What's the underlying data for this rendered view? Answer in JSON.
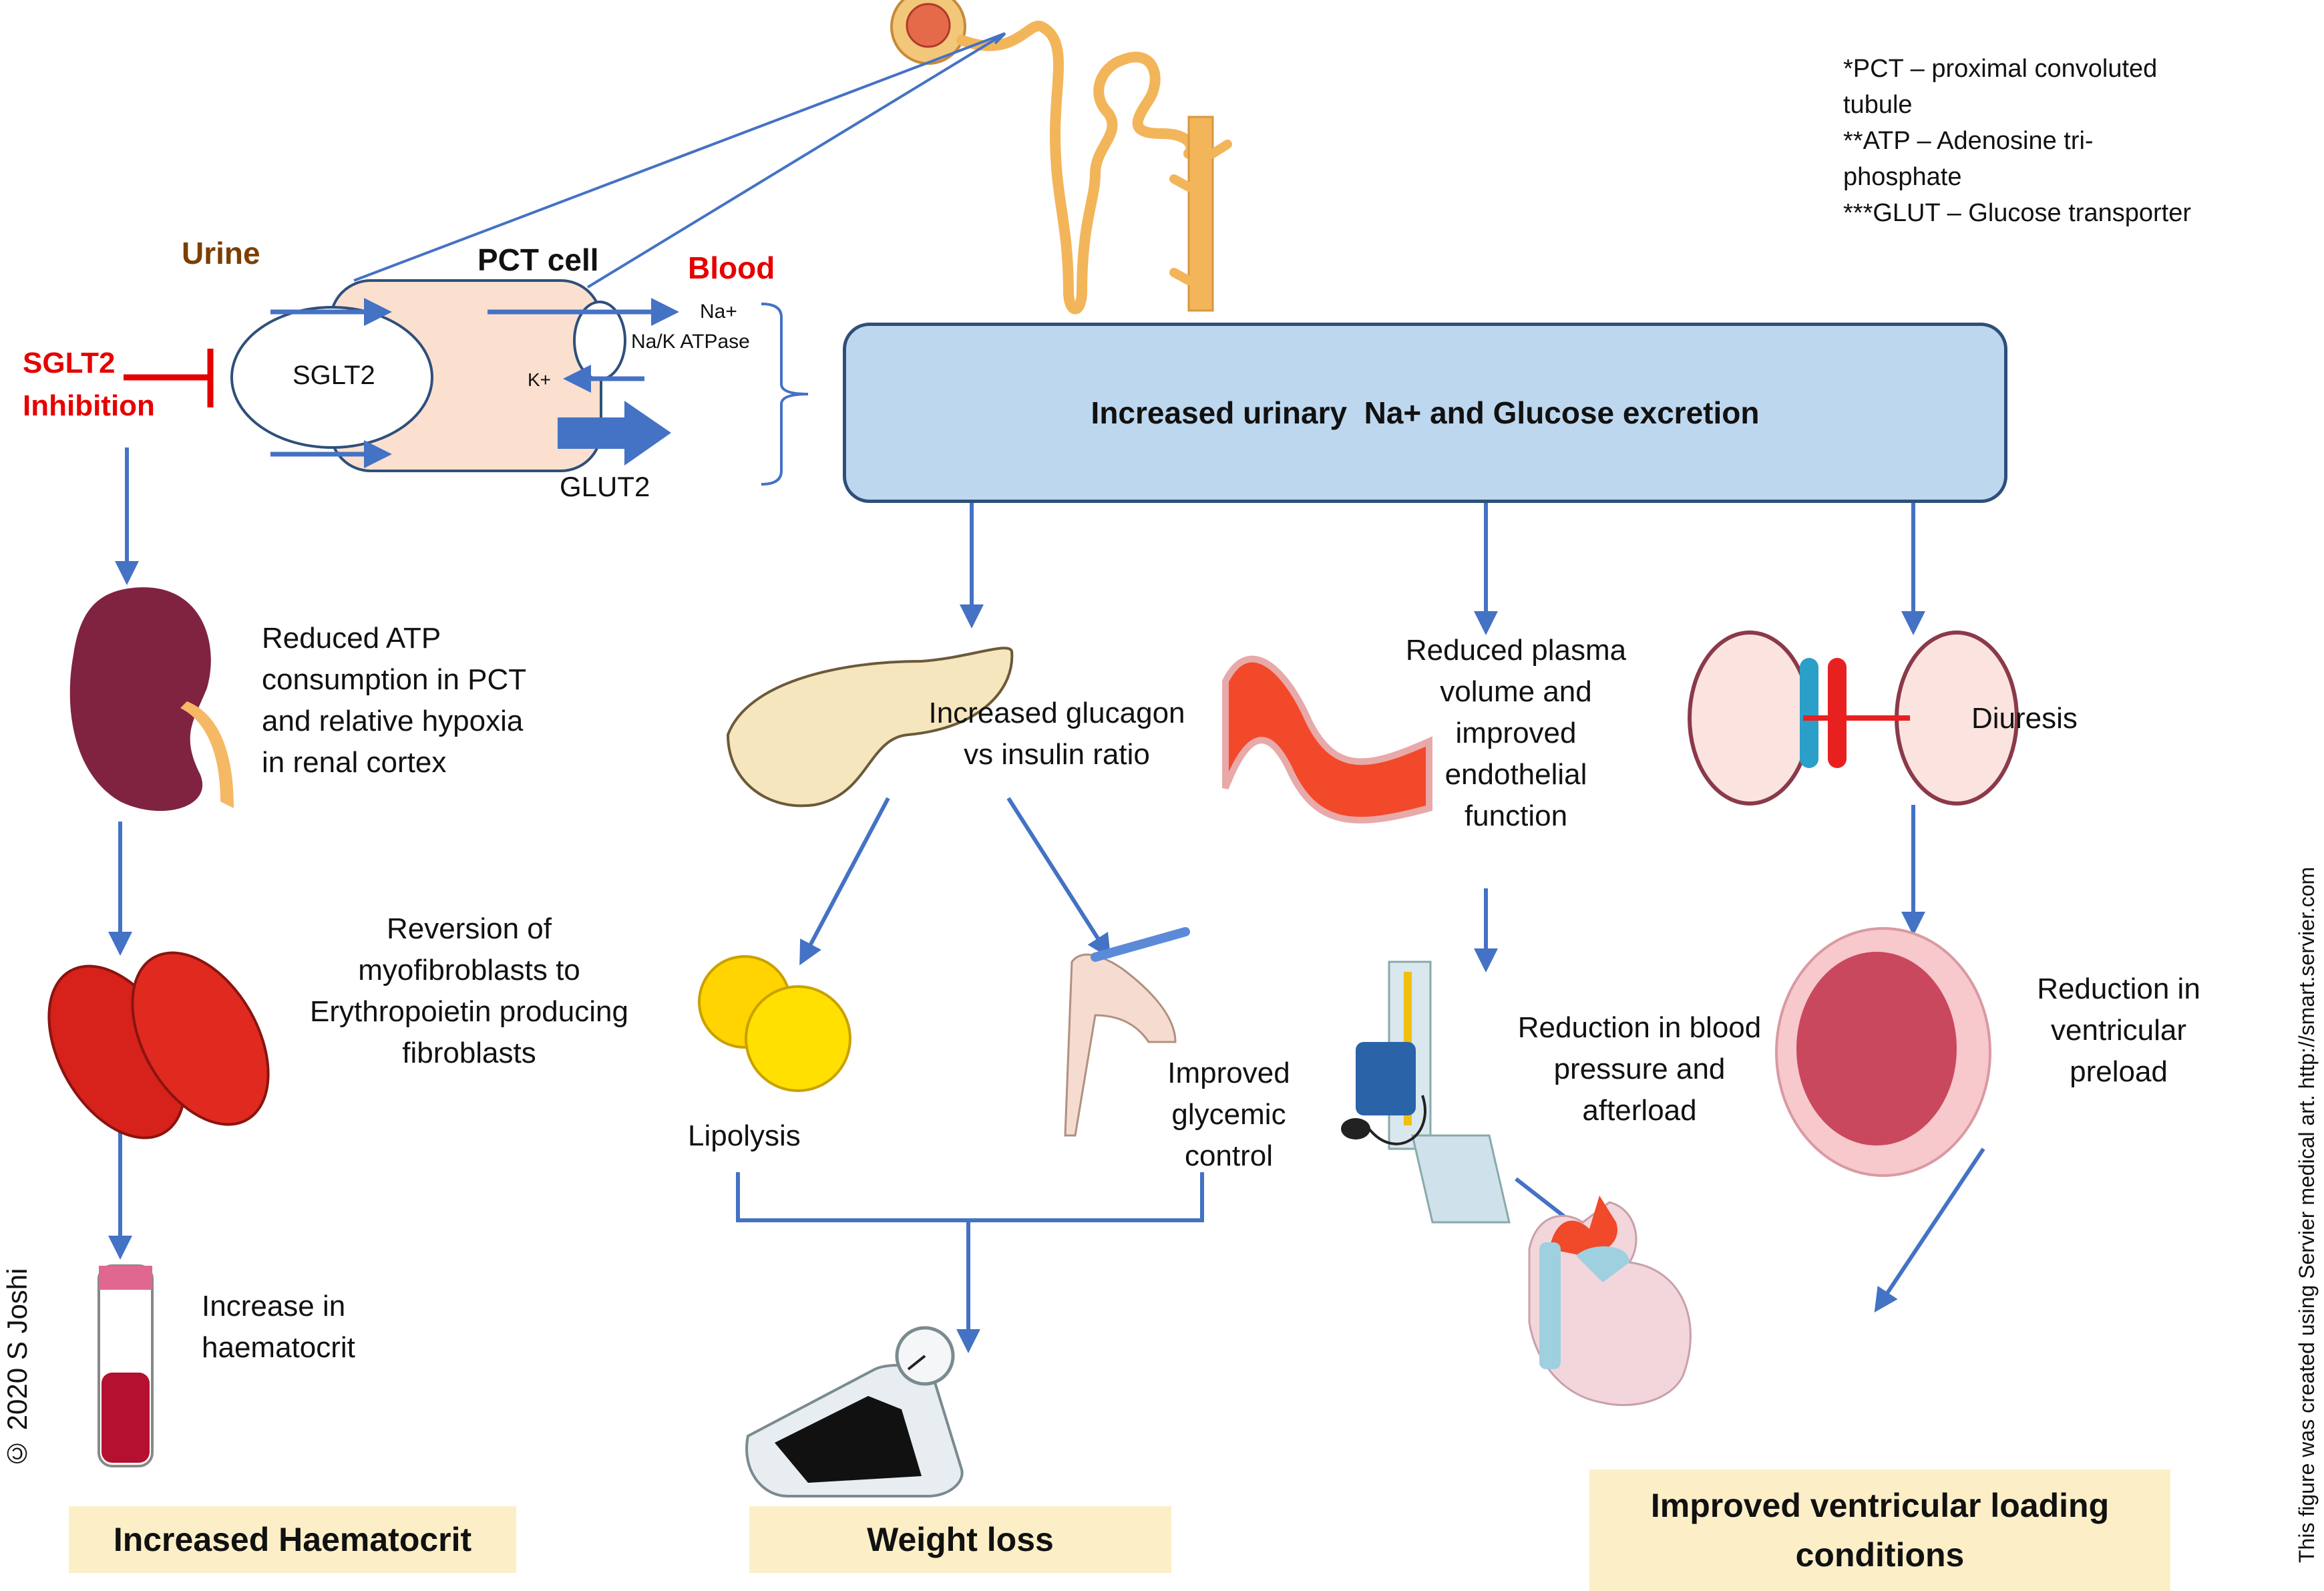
{
  "legend": {
    "lines": [
      "*PCT – proximal convoluted",
      "tubule",
      "**ATP – Adenosine tri-",
      "phosphate",
      "***GLUT – Glucose transporter"
    ]
  },
  "cell_diagram": {
    "urine_label": "Urine",
    "pct_cell_label": "PCT cell",
    "blood_label": "Blood",
    "sglt2_label": "SGLT2",
    "na_label": "Na+",
    "atpase_label": "Na/K ATPase",
    "k_label": "K+",
    "glut2_label": "GLUT2",
    "inhibition_line1": "SGLT2",
    "inhibition_line2": "Inhibition"
  },
  "main_box": {
    "label": "Increased urinary  Na+ and Glucose excretion"
  },
  "left_column": {
    "kidney_text": [
      "Reduced ATP",
      "consumption in PCT",
      "and relative hypoxia",
      "in renal cortex"
    ],
    "rbc_text": [
      "Reversion of",
      "myofibroblasts to",
      "Erythropoietin  producing",
      "fibroblasts"
    ],
    "tube_text": [
      "Increase in",
      "haematocrit"
    ],
    "outcome": "Increased Haematocrit"
  },
  "middle_column": {
    "pancreas_text": [
      "Increased glucagon",
      "vs insulin ratio"
    ],
    "lipolysis": "Lipolysis",
    "glycemic_text": [
      "Improved",
      "glycemic",
      "control"
    ],
    "outcome": "Weight loss"
  },
  "vessel_column": {
    "plasma_text": [
      "Reduced plasma",
      "volume and",
      "improved",
      "endothelial",
      "function"
    ],
    "bp_text": [
      "Reduction in blood",
      "pressure and",
      "afterload"
    ]
  },
  "right_column": {
    "diuresis": "Diuresis",
    "preload_text": [
      "Reduction in",
      "ventricular",
      "preload"
    ],
    "outcome": [
      "Improved ventricular loading",
      "conditions"
    ]
  },
  "credits": {
    "copyright": "© 2020 S Joshi",
    "servier": "This figure was created using Servier medical art.  http://smart.servier.com"
  },
  "colors": {
    "arrow": "#4472c4",
    "inhibition": "#e60000",
    "urine_label": "#7b3f00",
    "main_box_fill": "#bdd7ee",
    "outcome_fill": "#fcefc8",
    "pct_cell_fill": "#fbe0d0"
  }
}
